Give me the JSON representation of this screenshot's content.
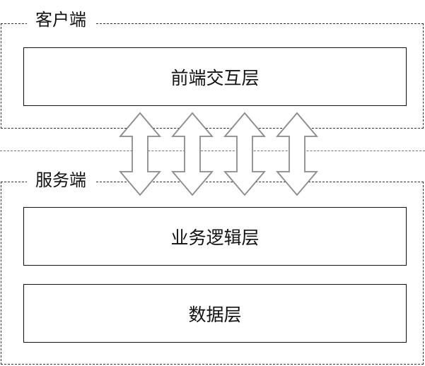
{
  "client": {
    "label": "客户端",
    "layers": [
      {
        "label": "前端交互层"
      }
    ]
  },
  "server": {
    "label": "服务端",
    "layers": [
      {
        "label": "业务逻辑层"
      },
      {
        "label": "数据层"
      }
    ]
  },
  "connectors": {
    "type": "double-arrow",
    "count": 4,
    "stroke_color": "#8a8a8a",
    "fill_color": "#ffffff"
  }
}
